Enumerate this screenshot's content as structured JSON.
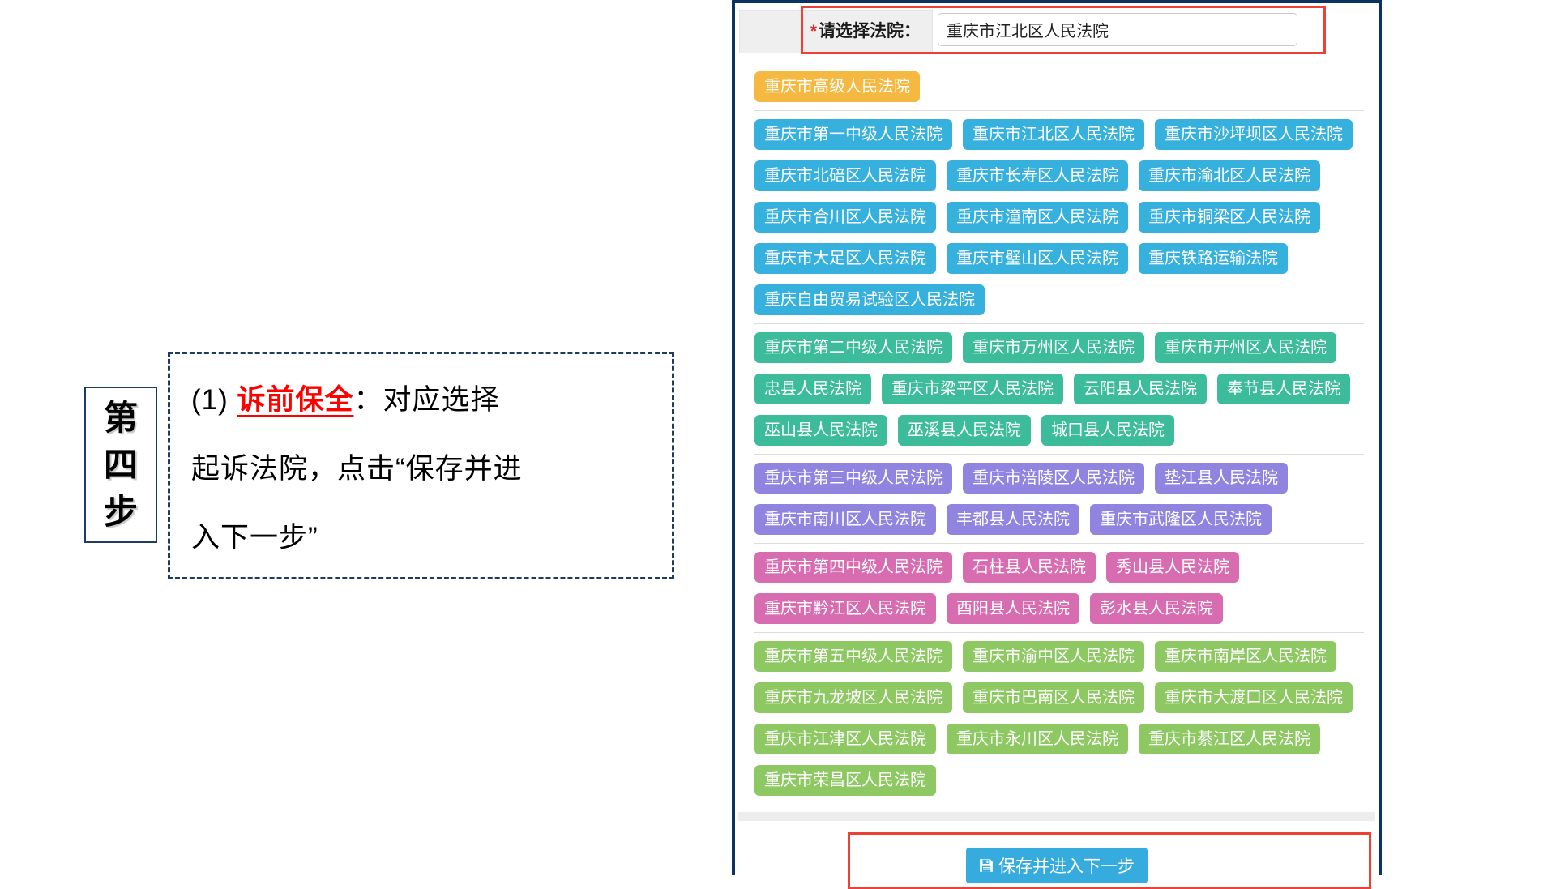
{
  "left_panel": {
    "step_chars": [
      "第",
      "四",
      "步"
    ],
    "instruction": {
      "line1_prefix": "(1) ",
      "line1_highlight": "诉前保全",
      "line1_rest": "：对应选择",
      "line2": "起诉法院，点击“保存并进",
      "line3": "入下一步”"
    }
  },
  "form": {
    "required_mark": "*",
    "label": "请选择法院：",
    "input_value": "重庆市江北区人民法院"
  },
  "court_groups": [
    {
      "name": "higher-court",
      "color": "#f5b942",
      "rows": [
        [
          "重庆市高级人民法院"
        ]
      ]
    },
    {
      "name": "first-intermediate",
      "color": "#36b0dd",
      "rows": [
        [
          "重庆市第一中级人民法院",
          "重庆市江北区人民法院",
          "重庆市沙坪坝区人民法院"
        ],
        [
          "重庆市北碚区人民法院",
          "重庆市长寿区人民法院",
          "重庆市渝北区人民法院"
        ],
        [
          "重庆市合川区人民法院",
          "重庆市潼南区人民法院",
          "重庆市铜梁区人民法院"
        ],
        [
          "重庆市大足区人民法院",
          "重庆市璧山区人民法院",
          "重庆铁路运输法院"
        ],
        [
          "重庆自由贸易试验区人民法院"
        ]
      ]
    },
    {
      "name": "second-intermediate",
      "color": "#3cbc9b",
      "rows": [
        [
          "重庆市第二中级人民法院",
          "重庆市万州区人民法院",
          "重庆市开州区人民法院"
        ],
        [
          "忠县人民法院",
          "重庆市梁平区人民法院",
          "云阳县人民法院",
          "奉节县人民法院"
        ],
        [
          "巫山县人民法院",
          "巫溪县人民法院",
          "城口县人民法院"
        ]
      ]
    },
    {
      "name": "third-intermediate",
      "color": "#9183e0",
      "rows": [
        [
          "重庆市第三中级人民法院",
          "重庆市涪陵区人民法院",
          "垫江县人民法院"
        ],
        [
          "重庆市南川区人民法院",
          "丰都县人民法院",
          "重庆市武隆区人民法院"
        ]
      ]
    },
    {
      "name": "fourth-intermediate",
      "color": "#d76db0",
      "rows": [
        [
          "重庆市第四中级人民法院",
          "石柱县人民法院",
          "秀山县人民法院"
        ],
        [
          "重庆市黔江区人民法院",
          "酉阳县人民法院",
          "彭水县人民法院"
        ]
      ]
    },
    {
      "name": "fifth-intermediate",
      "color": "#8dc863",
      "rows": [
        [
          "重庆市第五中级人民法院",
          "重庆市渝中区人民法院",
          "重庆市南岸区人民法院"
        ],
        [
          "重庆市九龙坡区人民法院",
          "重庆市巴南区人民法院",
          "重庆市大渡口区人民法院"
        ],
        [
          "重庆市江津区人民法院",
          "重庆市永川区人民法院",
          "重庆市綦江区人民法院"
        ],
        [
          "重庆市荣昌区人民法院"
        ]
      ]
    }
  ],
  "footer": {
    "save_label": "保存并进入下一步"
  },
  "colors": {
    "panel_border": "#0a335f",
    "highlight_red": "#ee4035",
    "save_button": "#35abde",
    "divider": "#dcdcdc",
    "label_cell_bg": "#efefef"
  }
}
